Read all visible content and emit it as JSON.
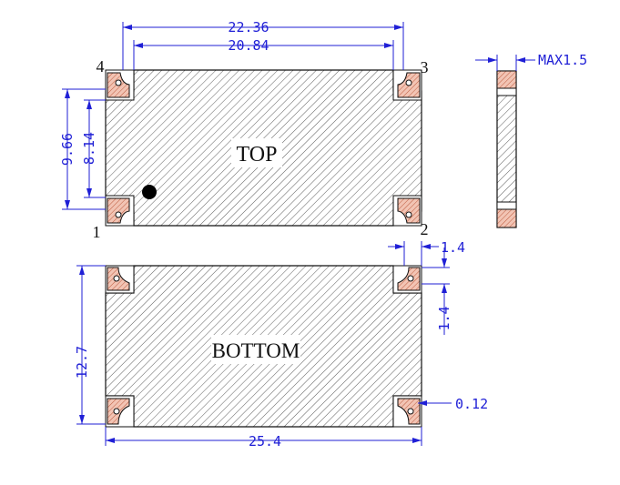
{
  "labels": {
    "top_face": "TOP",
    "bottom_face": "BOTTOM",
    "pin_1": "1",
    "pin_2": "2",
    "pin_3": "3",
    "pin_4": "4"
  },
  "dimensions": {
    "outer_length_top": "22.36",
    "inner_length_top": "20.84",
    "outer_height_top": "9.66",
    "inner_height_top": "8.14",
    "max_thickness": "MAX1.5",
    "pad_width": "1.4",
    "pad_height": "1.4",
    "total_height": "12.7",
    "total_length": "25.4",
    "corner_gap": "0.12"
  },
  "colors": {
    "dimension": "#1f1fd6",
    "outline": "#111111",
    "pad_fill": "#e8b0a0",
    "pad_edge": "#b04020"
  }
}
